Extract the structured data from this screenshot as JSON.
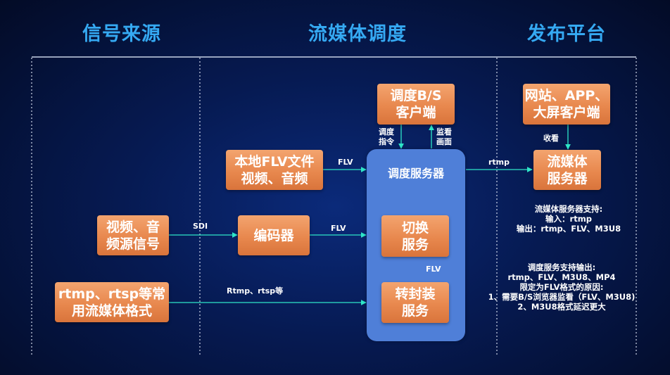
{
  "headers": {
    "source": "信号来源",
    "streaming": "流媒体调度",
    "publish": "发布平台"
  },
  "boxes": {
    "client": [
      "调度B/S",
      "客户端"
    ],
    "local_flv": [
      "本地FLV文件",
      "视频、音频"
    ],
    "av_signal": [
      "视频、音",
      "频源信号"
    ],
    "encoder": "编码器",
    "rtmp_formats": [
      "rtmp、rtsp等常",
      "用流媒体格式"
    ],
    "switch": [
      "切换",
      "服务"
    ],
    "transcode": [
      "转封装",
      "服务"
    ],
    "web_app": [
      "网站、APP、",
      "大屏客户端"
    ],
    "media_server": [
      "流媒体",
      "服务器"
    ]
  },
  "server_title": "调度服务器",
  "labels": {
    "dispatch_cmd": [
      "调度",
      "指令"
    ],
    "monitor": [
      "监看",
      "画面"
    ],
    "flv_local": "FLV",
    "sdi": "SDI",
    "flv_encoder": "FLV",
    "rtmp_rtsp": "Rtmp、rtsp等",
    "flv_up": "FLV",
    "rtmp_out": "rtmp",
    "watch": "收看"
  },
  "notes": {
    "media_server_support": [
      "流媒体服务器支持:",
      "输入：rtmp",
      "输出：rtmp、FLV、M3U8"
    ],
    "dispatch_support": [
      "调度服务支持输出:",
      "rtmp、FLV、M3U8、MP4",
      "限定为FLV格式的原因:",
      "1、需要B/S浏览器监看（FLV、M3U8)",
      "2、M3U8格式延迟更大"
    ]
  },
  "colors": {
    "header": "#35a9f2",
    "box": "#e8884e",
    "server": "#4f7fd8",
    "arrow": "#2ee6c8"
  }
}
